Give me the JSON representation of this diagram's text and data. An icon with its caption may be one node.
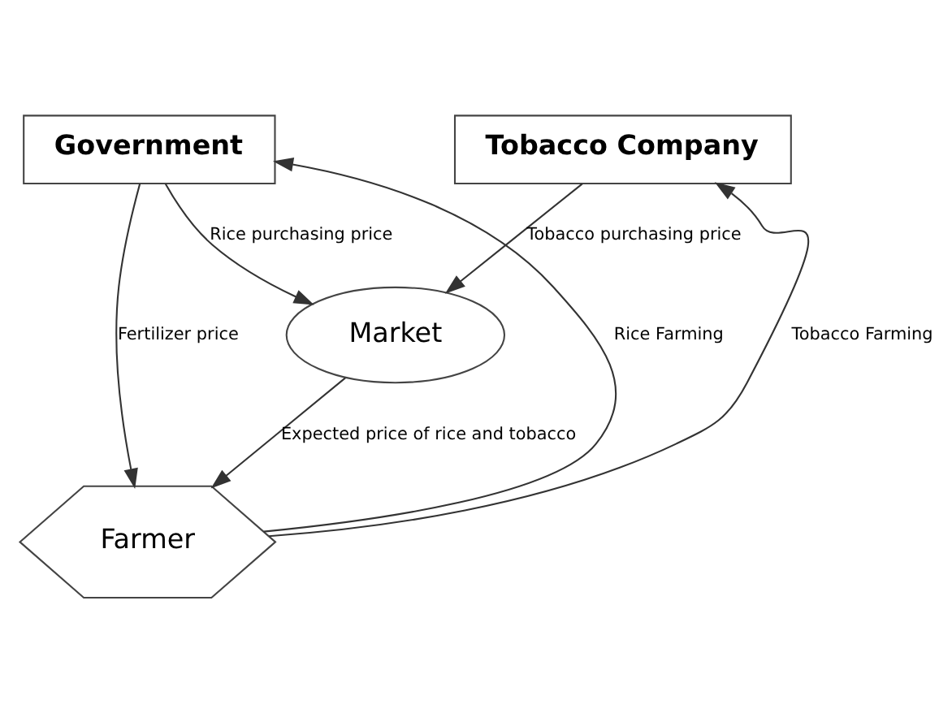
{
  "diagram": {
    "nodes": [
      {
        "text": [
          "Market"
        ]
      },
      {
        "text": [
          "Government"
        ]
      },
      {
        "text": [
          "Tobacco Company"
        ]
      },
      {
        "text": [
          "Farmer"
        ]
      }
    ],
    "edges": [
      {
        "from": 1,
        "to": 0,
        "arrow": "to",
        "label": "Rice purchasing price"
      },
      {
        "from": 2,
        "to": 0,
        "arrow": "to",
        "label": "Tobacco purchasing price"
      },
      {
        "from": 0,
        "to": 3,
        "arrow": "to",
        "label": "Expected price of rice and tobacco"
      },
      {
        "from": 1,
        "to": 3,
        "arrow": "to",
        "label": "Fertilizer price"
      },
      {
        "from": 3,
        "to": 1,
        "arrow": "to",
        "label": "Rice Farming"
      },
      {
        "from": 3,
        "to": 2,
        "arrow": "to",
        "label": "Tobacco Farming"
      }
    ]
  }
}
